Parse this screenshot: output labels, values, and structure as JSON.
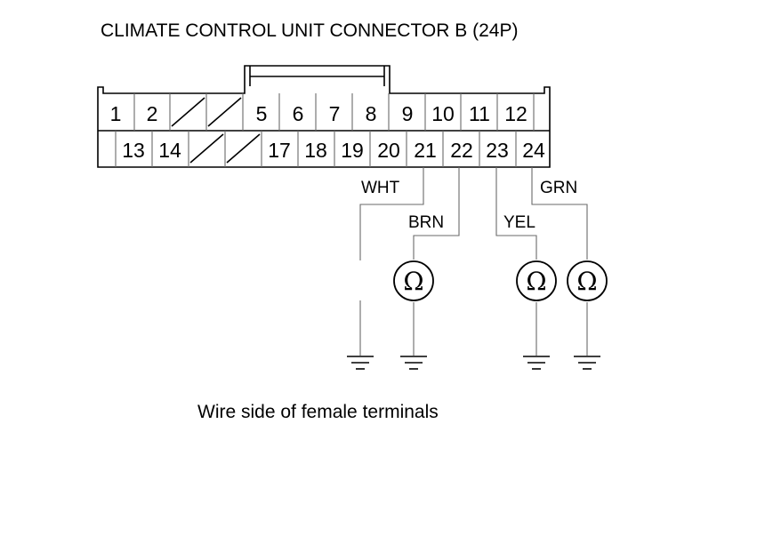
{
  "title": "CLIMATE CONTROL UNIT CONNECTOR B (24P)",
  "caption": "Wire side of female terminals",
  "connector": {
    "top_row": [
      "1",
      "2",
      "",
      "",
      "5",
      "6",
      "7",
      "8",
      "9",
      "10",
      "11",
      "12"
    ],
    "bottom_row": [
      "",
      "13",
      "14",
      "",
      "",
      "17",
      "18",
      "19",
      "20",
      "21",
      "22",
      "23",
      "24"
    ]
  },
  "wires": {
    "t21": "WHT",
    "t22": "BRN",
    "t23": "YEL",
    "t24": "GRN"
  },
  "meter_symbol": "Ω",
  "icons": {
    "meter": "ohmmeter-icon",
    "ground": "ground-icon"
  }
}
